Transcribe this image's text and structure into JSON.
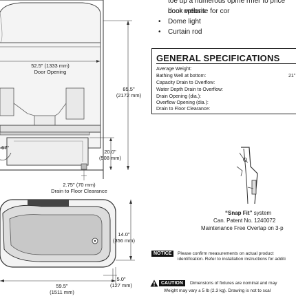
{
  "bullets": {
    "partial": "toe up a numerous opme rmer to price book website for cor",
    "door_options": "door options",
    "dome_light": "Dome light",
    "curtain_rod": "Curtain rod"
  },
  "spec": {
    "title": "GENERAL SPECIFICATIONS",
    "rows": [
      {
        "label": "Average Weight:",
        "value": ""
      },
      {
        "label": "Bathing Well at bottom:",
        "value": "21\""
      },
      {
        "label": "Capacity Drain to Overflow:",
        "value": ""
      },
      {
        "label": "Water Depth Drain to Overflow:",
        "value": ""
      },
      {
        "label": "Drain Opening (dia.):",
        "value": ""
      },
      {
        "label": "Overflow Opening (dia.):",
        "value": ""
      },
      {
        "label": "Drain to Floor Clearance:",
        "value": ""
      }
    ]
  },
  "dims": {
    "door_opening_in": "52.5\" (1333 mm)",
    "door_opening_label": "Door Opening",
    "height_in": "85.5\"",
    "height_mm": "(2172 mm)",
    "step_in": "20.0\"",
    "step_mm": "(508 mm)",
    "angle": "67°",
    "drain_in": "2.75\" (70 mm)",
    "drain_label": "Drain to Floor Clearance",
    "depth_in": "14.0\"",
    "depth_mm": "(356 mm)",
    "small_in": "5.0\"",
    "small_mm": "(127 mm)",
    "width_in": "59.5\"",
    "width_mm": "(1511 mm)"
  },
  "snapfit": {
    "name": "“Snap Fit”",
    "suffix": " system",
    "patent": "Can. Patent No. 1240072",
    "overlap": "Maintenance Free Overlap on 3-p"
  },
  "notice": {
    "badge": "NOTICE",
    "line1": "Please confirm measurements on actual product",
    "line2": "identification. Refer to installation instructions for additi"
  },
  "caution": {
    "badge": "CAUTION",
    "line1": "Dimensions of fixtures are nominal and may",
    "line2": "Weight may vary ± 5 lb (2.3 kg). Drawing is not to scal"
  }
}
